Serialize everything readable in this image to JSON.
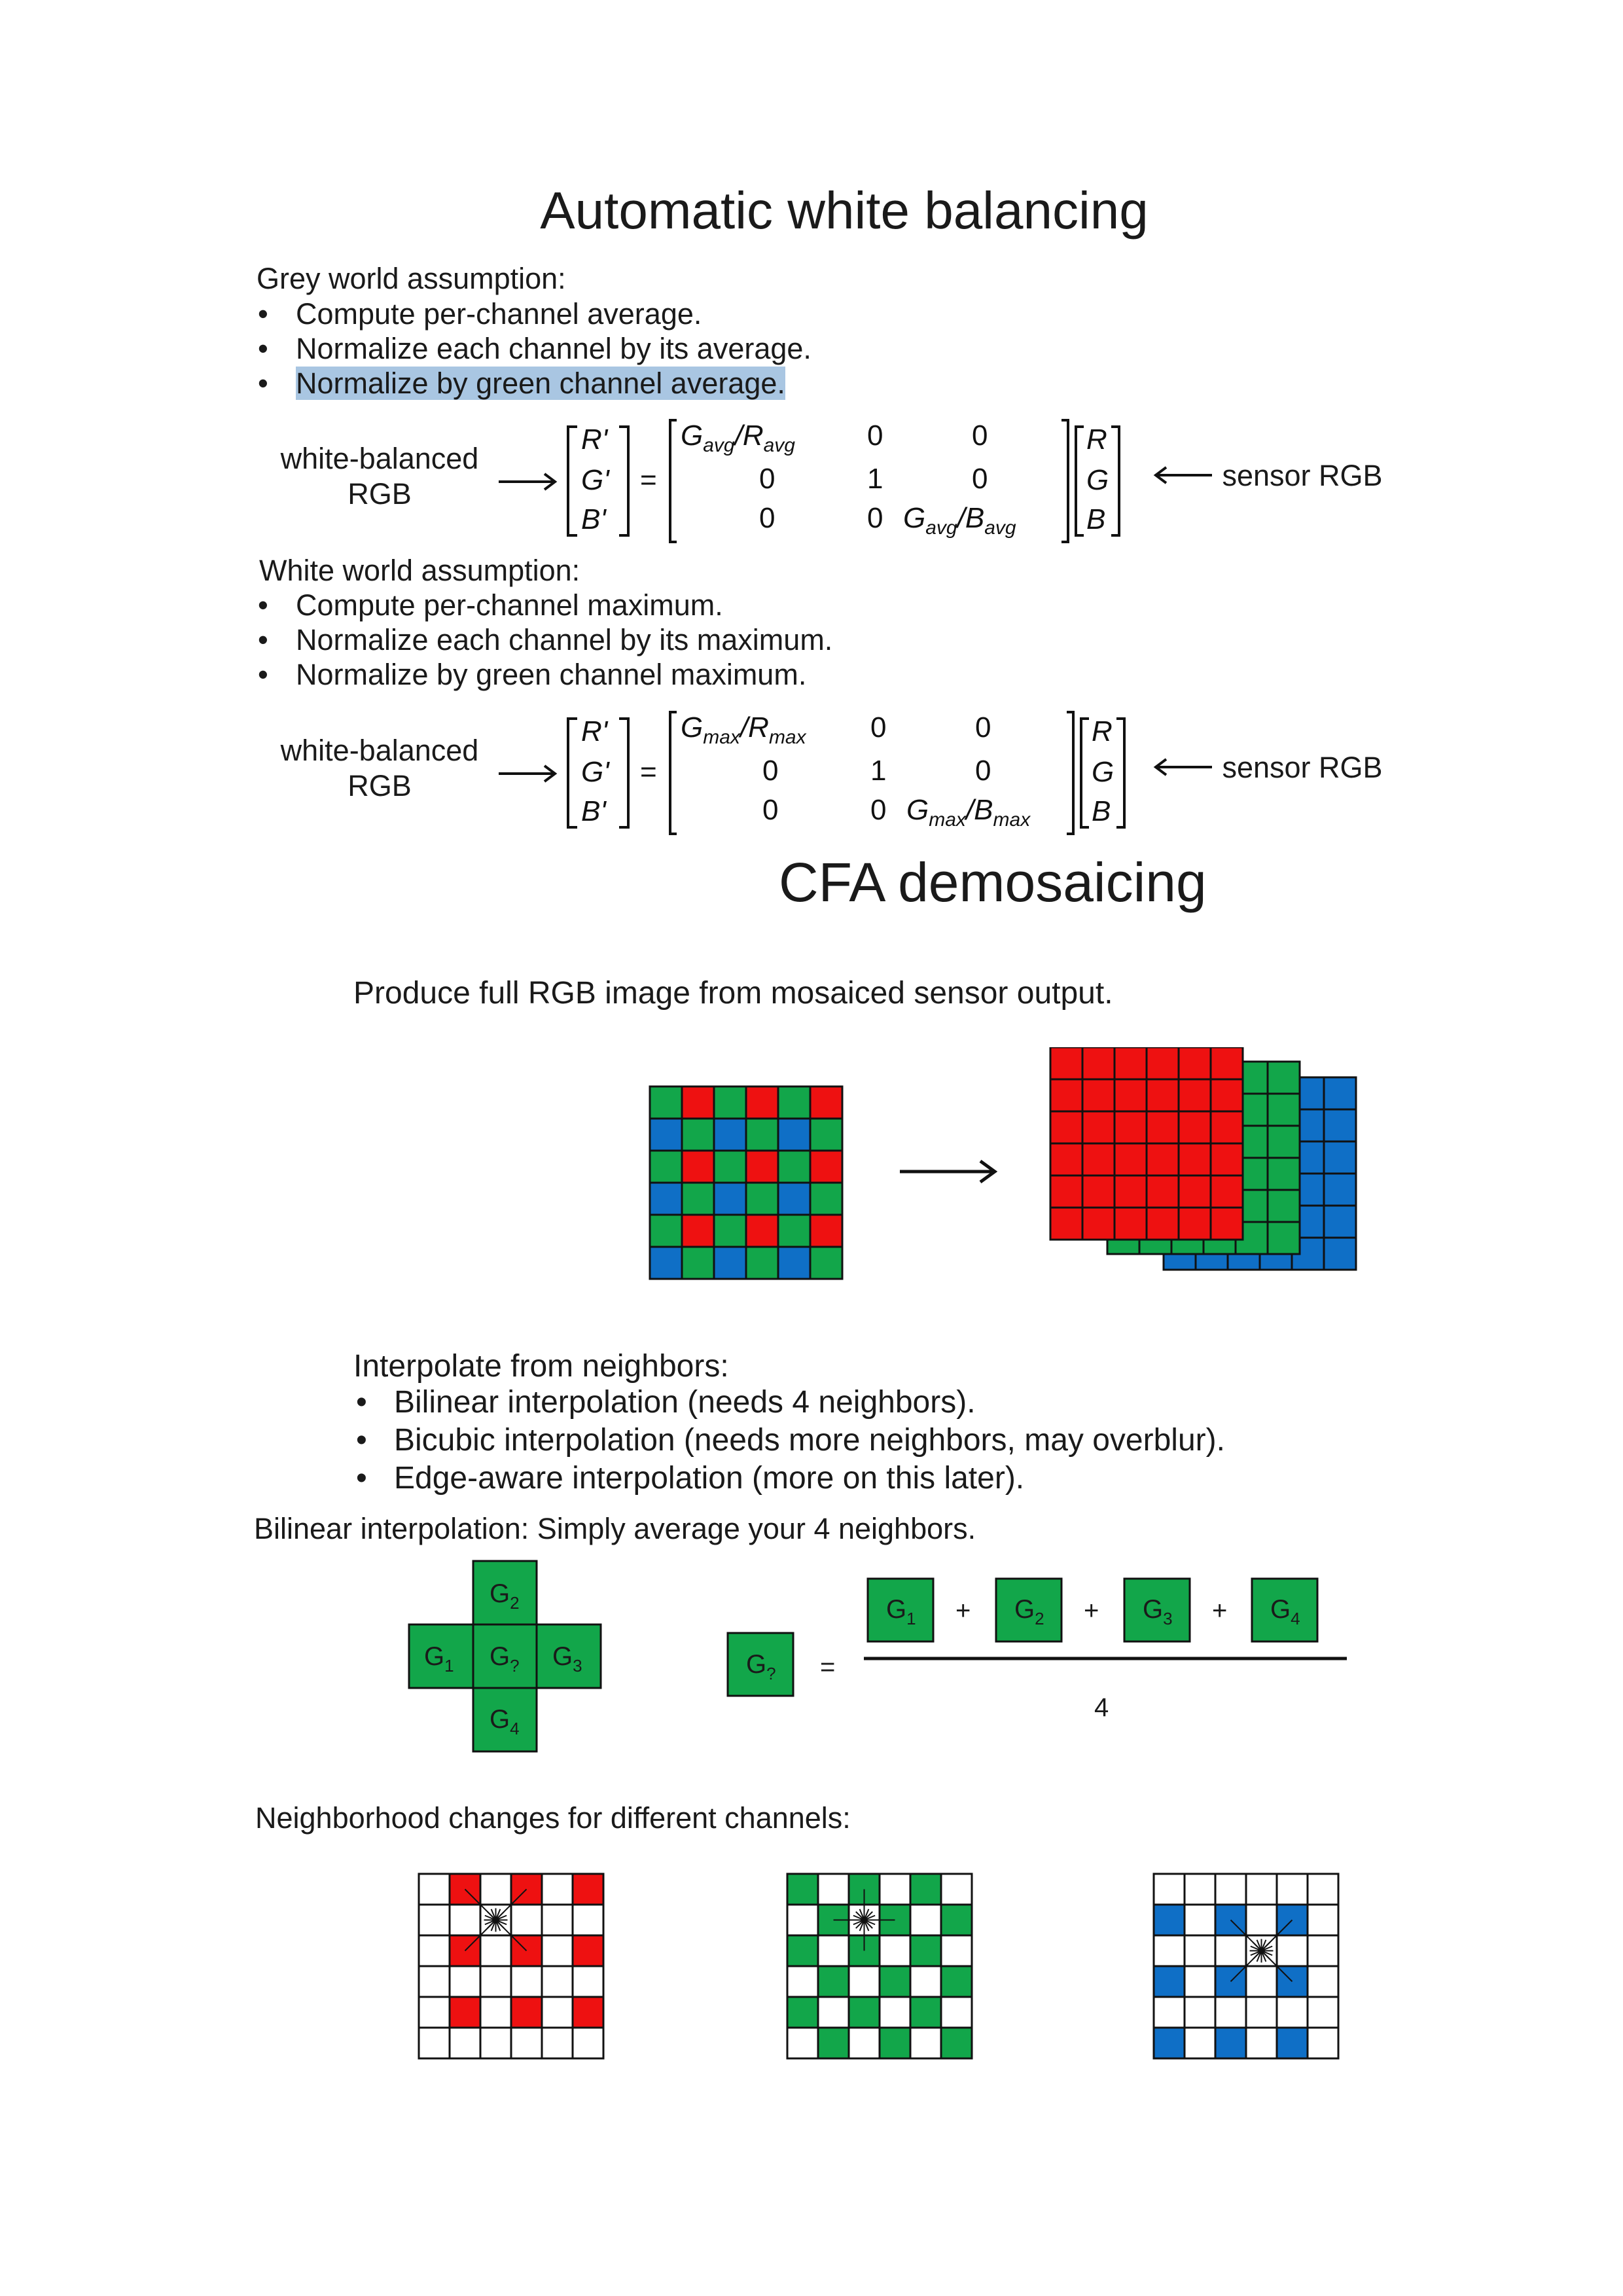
{
  "title_awb": "Automatic white balancing",
  "grey": {
    "heading": "Grey world assumption:",
    "bullets": [
      "Compute per-channel average.",
      "Normalize each channel by its average.",
      "Normalize by green channel average."
    ],
    "label_left_1": "white-balanced",
    "label_left_2": "RGB",
    "label_right": "sensor RGB",
    "vector_out": [
      "R'",
      "G'",
      "B'"
    ],
    "vector_in": [
      "R",
      "G",
      "B"
    ],
    "m11_num": "G",
    "m11_num_sub": "avg",
    "m11_den": "R",
    "m11_den_sub": "avg",
    "m33_num": "G",
    "m33_num_sub": "avg",
    "m33_den": "B",
    "m33_den_sub": "avg",
    "zero": "0",
    "one": "1"
  },
  "white": {
    "heading": "White world assumption:",
    "bullets": [
      "Compute per-channel maximum.",
      "Normalize each channel by its maximum.",
      "Normalize by green channel maximum."
    ],
    "label_left_1": "white-balanced",
    "label_left_2": "RGB",
    "label_right": "sensor RGB",
    "m11_num": "G",
    "m11_num_sub": "max",
    "m11_den": "R",
    "m11_den_sub": "max",
    "m33_num": "G",
    "m33_num_sub": "max",
    "m33_den": "B",
    "m33_den_sub": "max"
  },
  "title_cfa": "CFA demosaicing",
  "cfa_intro": "Produce full RGB image from mosaiced sensor output.",
  "interp": {
    "heading": "Interpolate from neighbors:",
    "bullets": [
      "Bilinear interpolation (needs 4 neighbors).",
      "Bicubic interpolation (needs more neighbors, may overblur).",
      "Edge-aware interpolation (more on this later)."
    ]
  },
  "bilinear_text": "Bilinear interpolation: Simply average your 4 neighbors.",
  "cross": {
    "g": "G",
    "top": "2",
    "left": "1",
    "center": "?",
    "right": "3",
    "bottom": "4"
  },
  "equation": {
    "lhs_sub": "?",
    "equals": "=",
    "plus": "+",
    "terms": [
      "1",
      "2",
      "3",
      "4"
    ],
    "denominator": "4"
  },
  "neighborhood_text": "Neighborhood changes for different channels:",
  "colors": {
    "red": "#ee1111",
    "green": "#12a64a",
    "blue": "#0f6fc6",
    "highlight": "#a9c6e2"
  }
}
